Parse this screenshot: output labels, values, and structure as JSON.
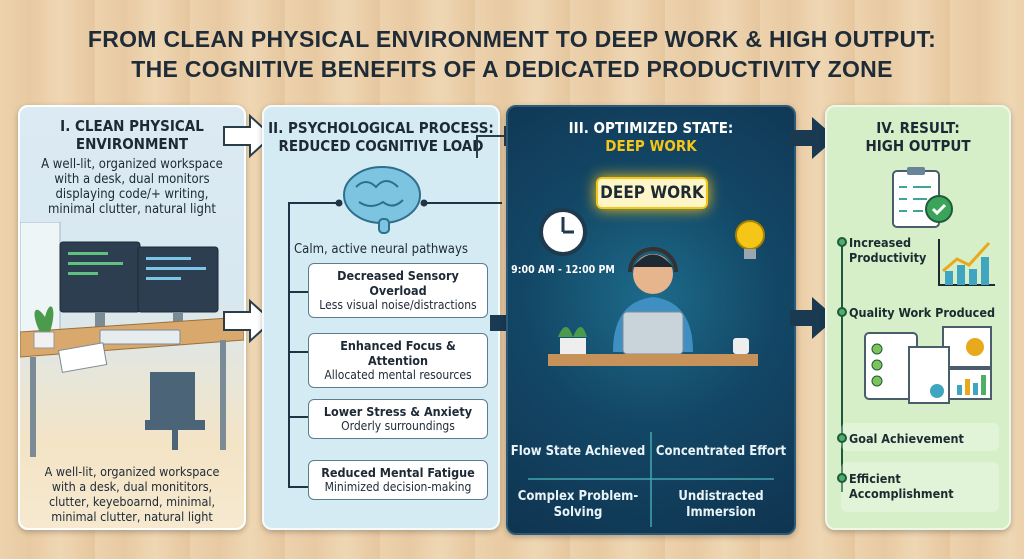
{
  "title": {
    "line1": "FROM CLEAN PHYSICAL ENVIRONMENT TO DEEP WORK & HIGH OUTPUT:",
    "line2": "THE COGNITIVE BENEFITS OF A DEDICATED PRODUCTIVITY ZONE"
  },
  "panel1": {
    "heading": "I. CLEAN PHYSICAL ENVIRONMENT",
    "description": "A well-lit, organized workspace with a desk, dual monitors displaying code/+ writing, minimal clutter, natural light",
    "caption": "A well-lit, organized workspace with a desk, dual monititors, clutter, keyeboarnd, minimal, minimal clutter, natural light"
  },
  "panel2": {
    "heading1": "II. PSYCHOLOGICAL PROCESS:",
    "heading2": "REDUCED COGNITIVE LOAD",
    "brain_caption": "Calm, active neural pathways",
    "items": [
      {
        "title": "Decreased Sensory Overload",
        "desc": "Less visual noise/distractions"
      },
      {
        "title": "Enhanced Focus & Attention",
        "desc": "Allocated mental resources"
      },
      {
        "title": "Lower Stress & Anxiety",
        "desc": "Orderly surroundings"
      },
      {
        "title": "Reduced Mental Fatigue",
        "desc": "Minimized decision-making"
      }
    ]
  },
  "panel3": {
    "heading1": "III. OPTIMIZED STATE:",
    "heading2": "DEEP WORK",
    "badge": "DEEP WORK",
    "time": "9:00 AM - 12:00 PM",
    "quadrants": [
      "Flow State Achieved",
      "Concentrated Effort",
      "Complex Problem-Solving",
      "Undistracted Immersion"
    ]
  },
  "panel4": {
    "heading1": "IV. RESULT:",
    "heading2": "HIGH OUTPUT",
    "results": [
      "Increased Productivity",
      "Quality Work Produced",
      "Goal Achievement",
      "Efficient Accomplishment"
    ]
  },
  "colors": {
    "navy": "#134766",
    "accent": "#f5c518",
    "green": "#4caf6a"
  }
}
